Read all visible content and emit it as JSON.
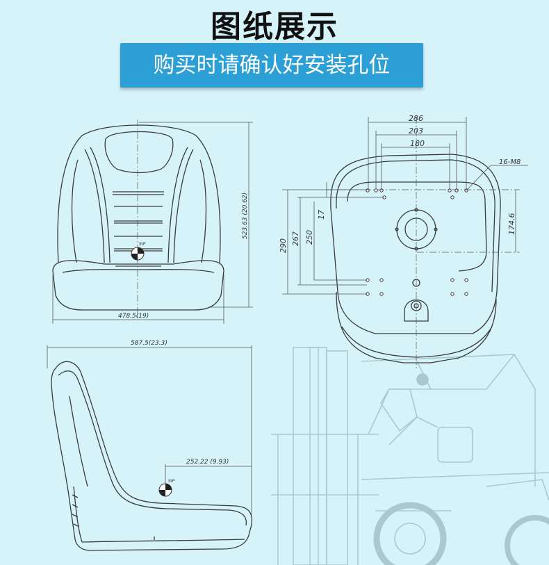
{
  "header": {
    "title": "图纸展示",
    "banner": "购买时请确认好安装孔位"
  },
  "front_view": {
    "height_dim": "523.63 (20.62)",
    "width_dim": "478.5(19)",
    "sip_label": "SIP"
  },
  "top_view": {
    "dim_286": "286",
    "dim_203": "203",
    "dim_180": "180",
    "bolt_callout": "16-M8",
    "dim_17": "17",
    "dim_174_6": "174.6",
    "dim_290": "290",
    "dim_267": "267",
    "dim_250": "250"
  },
  "side_view": {
    "width_dim": "587.5(23.3)",
    "sip_dim": "252.22 (9.93)",
    "sip_label": "SIP"
  },
  "colors": {
    "background": "#d6f3fa",
    "banner": "#2b9fd6",
    "line": "#3a3a3a",
    "forklift_sketch": "#a9c9d1"
  }
}
